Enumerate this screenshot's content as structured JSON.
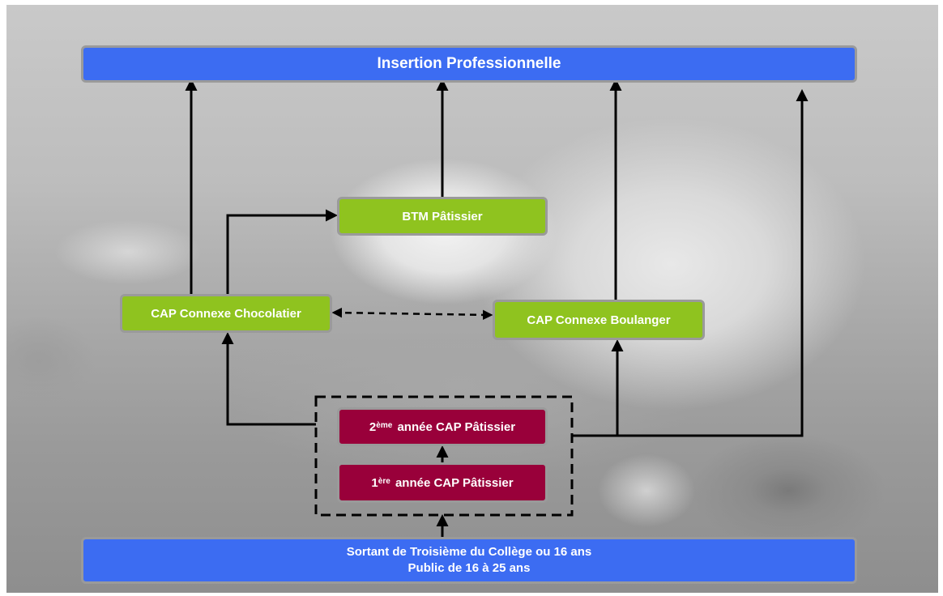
{
  "top_banner": {
    "label": "Insertion Professionnelle"
  },
  "btm": {
    "label": "BTM Pâtissier"
  },
  "choc": {
    "label": "CAP Connexe Chocolatier"
  },
  "boul": {
    "label": "CAP Connexe Boulanger"
  },
  "year2": {
    "ordinal": "2",
    "sup": "ème",
    "label": "année CAP Pâtissier"
  },
  "year1": {
    "ordinal": "1",
    "sup": "ère",
    "label": "année CAP Pâtissier"
  },
  "bottom_banner": {
    "line1": "Sortant de Troisième du Collège ou 16 ans",
    "line2": "Public de 16 à 25 ans"
  },
  "colors": {
    "banner_blue": "#3c6cf2",
    "green": "#8fc31f",
    "crimson": "#99003a",
    "arrow": "#000000"
  }
}
